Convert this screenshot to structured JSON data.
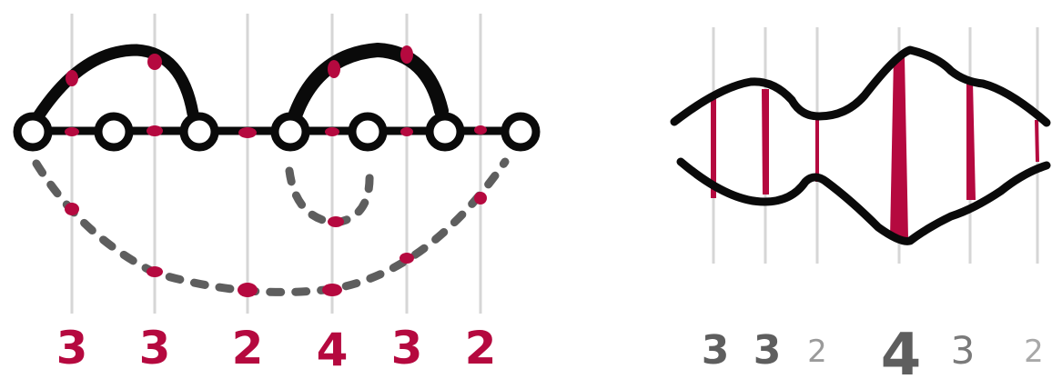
{
  "left_diagram": {
    "counts": [
      "3",
      "3",
      "2",
      "4",
      "3",
      "2"
    ],
    "count_color": "#b5093f"
  },
  "right_diagram": {
    "counts": [
      "3",
      "3",
      "2",
      "4",
      "3",
      "2"
    ],
    "count_weights": [
      "bold",
      "bold",
      "light",
      "heavy",
      "normal",
      "light"
    ],
    "band_color": "#b5093f"
  },
  "colors": {
    "ink": "#0a0a0a",
    "accent": "#b5093f",
    "dashed_arc": "#5e5e5e",
    "guide_line": "#d6d6d6"
  }
}
